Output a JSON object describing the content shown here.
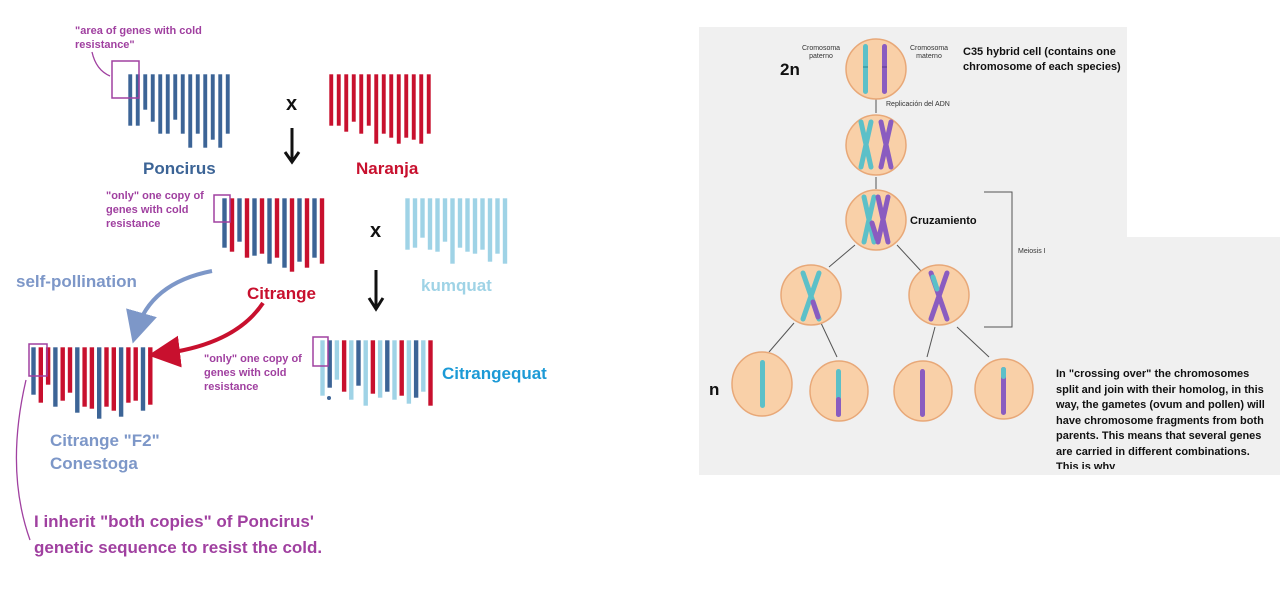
{
  "colors": {
    "poncirus": "#3c6496",
    "naranja": "#c8102e",
    "kumquat": "#9fd3e6",
    "annotation": "#a040a0",
    "self_pollination": "#7d97c8",
    "citrangequat": "#1c9ad6"
  },
  "left": {
    "poncirus": "Poncirus",
    "naranja": "Naranja",
    "cross1": "x",
    "cross2": "x",
    "area_note": "\"area of genes with cold resistance\"",
    "only_copy_note_1": "\"only\" one copy of genes with cold resistance",
    "citrange": "Citrange",
    "kumquat": "kumquat",
    "self_pollination": "self-pollination",
    "only_copy_note_2": "\"only\" one copy of genes with cold resistance",
    "citrangequat": "Citrangequat",
    "f2_line1": "Citrange \"F2\"",
    "f2_line2": "Conestoga",
    "inherit_line1": "I inherit \"both copies\" of Poncirus'",
    "inherit_line2": "genetic sequence to resist the cold."
  },
  "right": {
    "two_n": "2n",
    "n": "n",
    "paterno": "Cromosoma paterno",
    "materno": "Cromosoma materno",
    "hybrid": "C35 hybrid cell (contains one chromosome of each species)",
    "replicacion": "Replicación del ADN",
    "cruzamiento": "Cruzamiento",
    "meiosis": "Meiosis I",
    "crossing_text": "In \"crossing over\" the chromosomes split and join with their homolog, in this way, the gametes (ovum and pollen) will have chromosome fragments from both parents. This means that several genes are carried in different combinations. This is why"
  }
}
